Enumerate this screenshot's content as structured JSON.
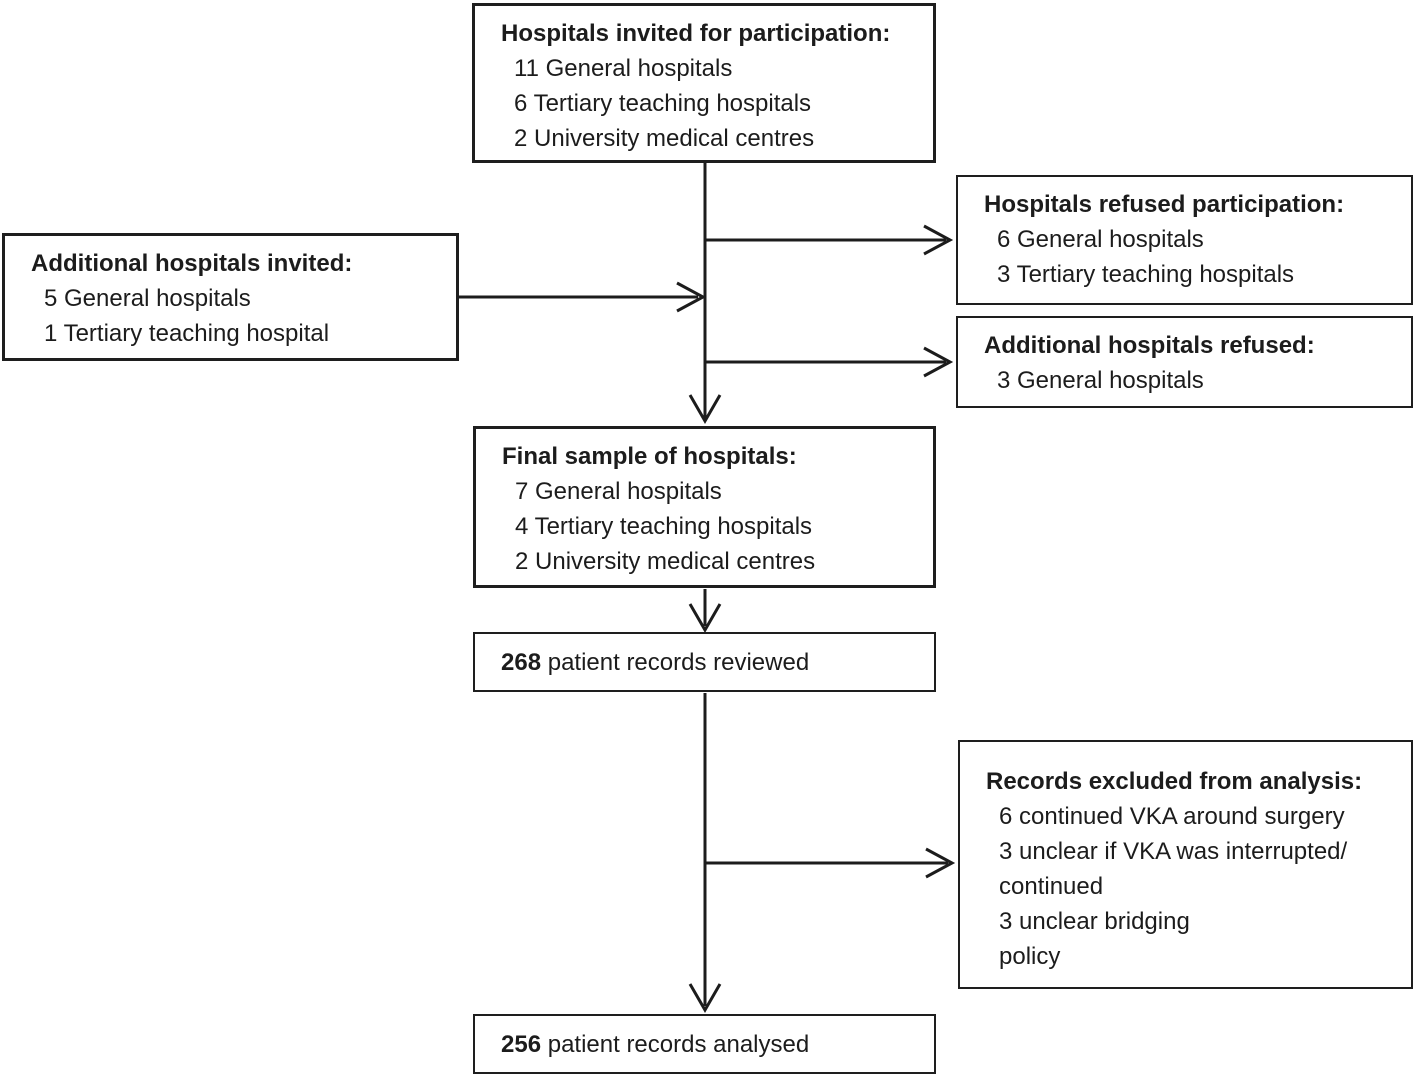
{
  "colors": {
    "background": "#ffffff",
    "line": "#1c1c1c",
    "text": "#1c1c1c"
  },
  "boxes": {
    "invited": {
      "title": "Hospitals invited for participation:",
      "items": [
        "11 General hospitals",
        "6 Tertiary teaching hospitals",
        "2 University medical centres"
      ]
    },
    "additional_invited": {
      "title": "Additional hospitals invited:",
      "items": [
        "5 General hospitals",
        "1 Tertiary teaching hospital"
      ]
    },
    "refused": {
      "title": "Hospitals refused participation:",
      "items": [
        "6 General hospitals",
        "3 Tertiary teaching hospitals"
      ]
    },
    "additional_refused": {
      "title": "Additional hospitals refused:",
      "items": [
        "3 General hospitals"
      ]
    },
    "final_sample": {
      "title": "Final sample of hospitals:",
      "items": [
        "7 General hospitals",
        "4 Tertiary teaching hospitals",
        "2 University medical centres"
      ]
    },
    "reviewed": {
      "count": "268",
      "label": " patient records reviewed"
    },
    "excluded": {
      "title": "Records excluded from analysis:",
      "items": [
        "6 continued VKA around surgery",
        "3 unclear if VKA was interrupted/",
        "continued",
        "3 unclear bridging",
        "policy"
      ]
    },
    "analysed": {
      "count": "256",
      "label": " patient records analysed"
    }
  }
}
